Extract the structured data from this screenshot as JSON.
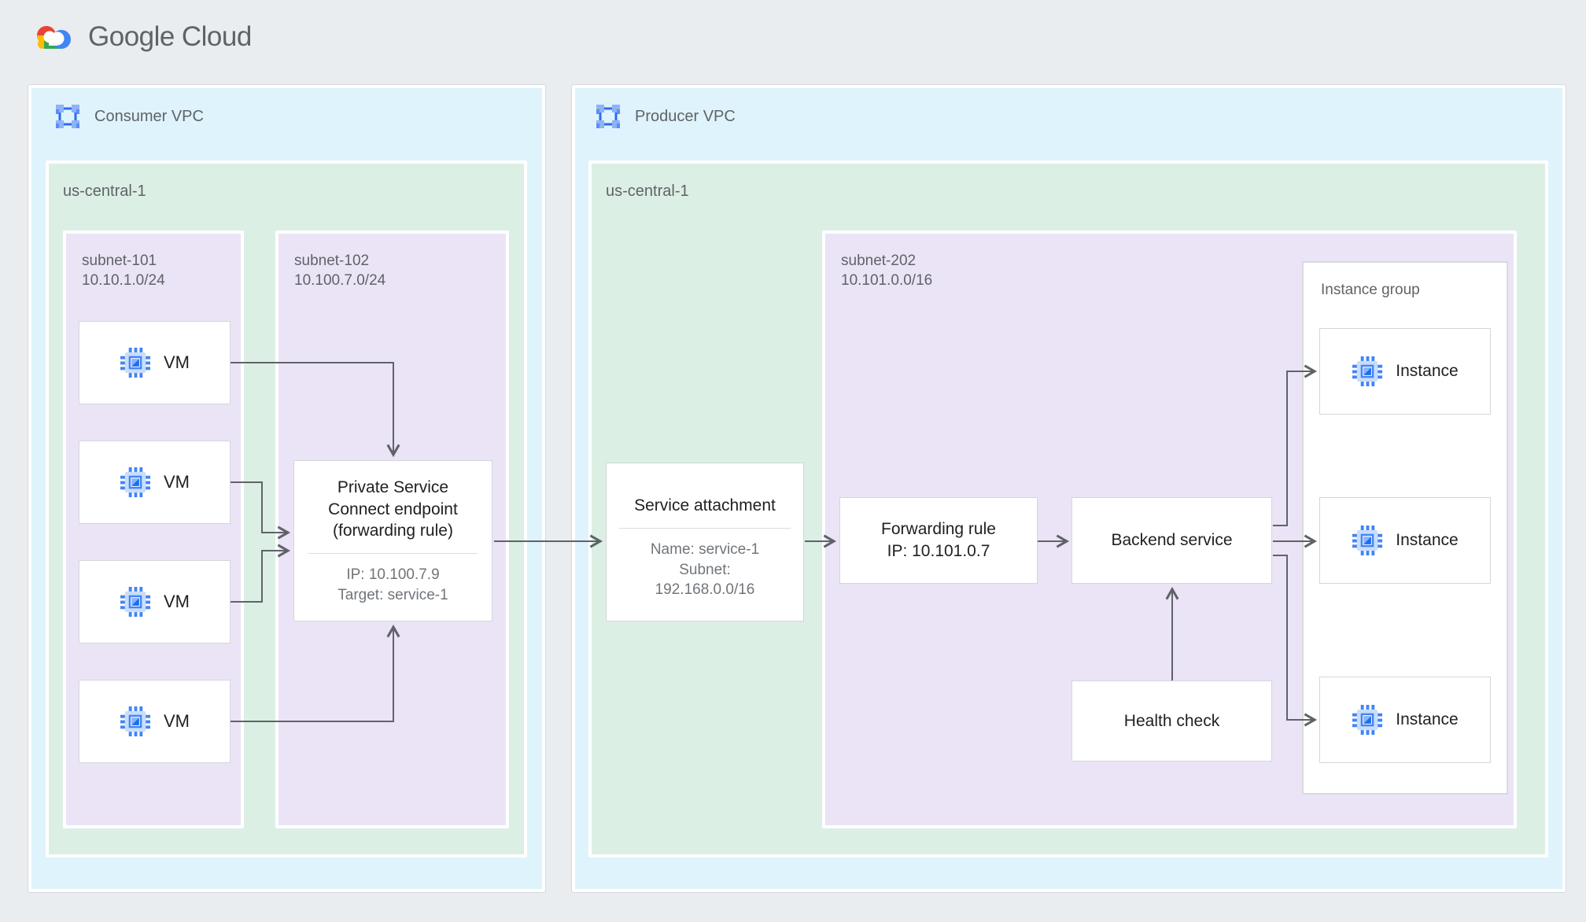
{
  "brand": {
    "google": "Google",
    "cloud": "Cloud"
  },
  "consumer_vpc": {
    "label": "Consumer VPC",
    "region": {
      "label": "us-central-1"
    },
    "subnet_101": {
      "label": "subnet-101\n10.10.1.0/24",
      "vms": [
        {
          "label": "VM"
        },
        {
          "label": "VM"
        },
        {
          "label": "VM"
        },
        {
          "label": "VM"
        }
      ]
    },
    "subnet_102": {
      "label": "subnet-102\n10.100.7.0/24",
      "psc_endpoint": {
        "title": "Private Service Connect endpoint (forwarding rule)",
        "ip": "IP: 10.100.7.9",
        "target": "Target: service-1"
      }
    }
  },
  "producer_vpc": {
    "label": "Producer VPC",
    "region": {
      "label": "us-central-1"
    },
    "service_attachment": {
      "title": "Service attachment",
      "name_line": "Name: service-1",
      "subnet_line1": "Subnet:",
      "subnet_line2": "192.168.0.0/16"
    },
    "subnet_202": {
      "label": "subnet-202\n10.101.0.0/16",
      "forwarding_rule": {
        "title": "Forwarding rule",
        "ip": "IP: 10.101.0.7"
      },
      "backend_service": {
        "title": "Backend service"
      },
      "health_check": {
        "title": "Health check"
      },
      "instance_group": {
        "title": "Instance group",
        "instances": [
          {
            "label": "Instance"
          },
          {
            "label": "Instance"
          },
          {
            "label": "Instance"
          }
        ]
      }
    }
  },
  "palette": {
    "vpc_bg": "#dff3fc",
    "region_bg": "#dcefe4",
    "subnet_bg": "#ebe4f6",
    "node_border": "#d3d6da",
    "arrow": "#5f6368",
    "text_primary": "#202124",
    "text_secondary": "#5f6368",
    "google_blue": "#4285f4",
    "google_red": "#ea4335",
    "google_yellow": "#fbbc04",
    "google_green": "#34a853"
  }
}
